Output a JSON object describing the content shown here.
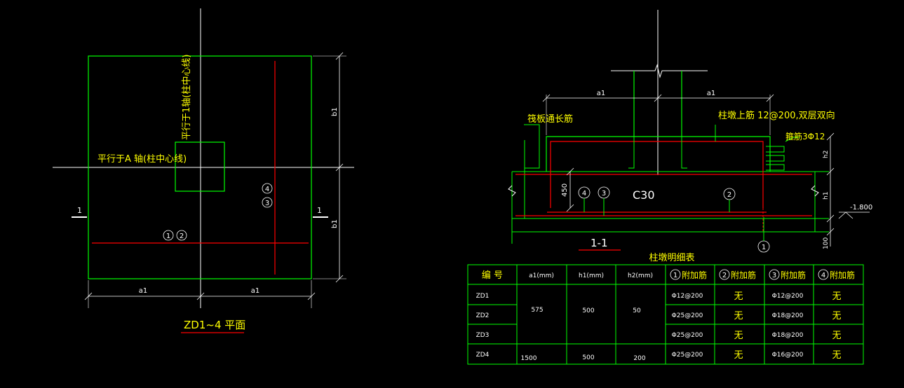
{
  "plan": {
    "title": "ZD1~4 平面",
    "label_axis_a": "平行于A 轴(柱中心线)",
    "label_axis_1": "平行于1轴(柱中心线)",
    "dim_a1_left": "a1",
    "dim_a1_right": "a1",
    "dim_b1_top": "b1",
    "dim_b1_bottom": "b1",
    "section_mark_left": "1",
    "section_mark_right": "1",
    "bar_tag_1": "1",
    "bar_tag_2": "2",
    "bar_tag_3": "3",
    "bar_tag_4": "4"
  },
  "section": {
    "title": "1-1",
    "dim_a1_left": "a1",
    "dim_a1_right": "a1",
    "label_raft": "筏板通长筋",
    "label_top": "柱墩上筋  12@200,双层双向",
    "label_stirrup": "箍筋3Φ12",
    "label_concrete": "C30",
    "dim_450": "450",
    "dim_h2": "h2",
    "dim_h1": "h1",
    "dim_100": "100",
    "elevation": "-1.800",
    "tag_1": "1",
    "tag_2": "2",
    "tag_3": "3",
    "tag_4": "4"
  },
  "table": {
    "title": "柱墩明细表",
    "headers": [
      "编  号",
      "a1(mm)",
      "h1(mm)",
      "h2(mm)",
      "附加筋",
      "附加筋",
      "附加筋",
      "附加筋"
    ],
    "header_tags": [
      "1",
      "2",
      "3",
      "4"
    ],
    "ids": [
      "ZD1",
      "ZD2",
      "ZD3",
      "ZD4"
    ],
    "merged_a1": "575",
    "merged_h1": "500",
    "merged_h2": "50",
    "zd4_a1": "1500",
    "zd4_h1": "500",
    "zd4_h2": "200",
    "col5": [
      "Φ12@200",
      "Φ25@200",
      "Φ25@200",
      "Φ25@200"
    ],
    "col6": [
      "无",
      "无",
      "无",
      "无"
    ],
    "col7": [
      "Φ12@200",
      "Φ18@200",
      "Φ18@200",
      "Φ16@200"
    ],
    "col8": [
      "无",
      "无",
      "无",
      "无"
    ]
  },
  "colors": {
    "outline": "#00ff00",
    "rebar": "#ff0000",
    "axis": "#ffffff",
    "text": "#ffff00"
  }
}
